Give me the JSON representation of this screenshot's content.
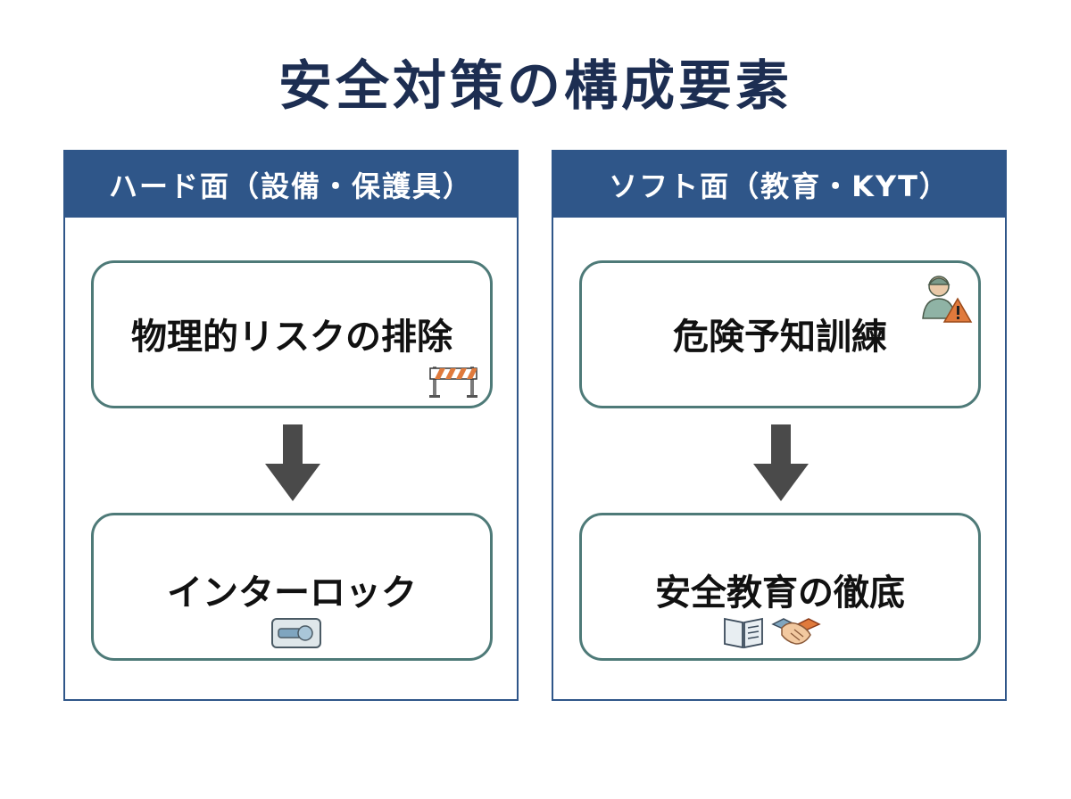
{
  "title": "安全対策の構成要素",
  "panels": [
    {
      "header": "ハード面（設備・保護具）",
      "top_box": {
        "label": "物理的リスクの排除",
        "icon": "barrier-icon"
      },
      "bottom_box": {
        "label": "インターロック",
        "icon": "interlock-key-icon"
      }
    },
    {
      "header": "ソフト面（教育・KYT）",
      "top_box": {
        "label": "危険予知訓練",
        "icon": "worker-warning-icon"
      },
      "bottom_box": {
        "label": "安全教育の徹底",
        "icons": [
          "book-icon",
          "handshake-icon"
        ]
      }
    }
  ],
  "colors": {
    "title": "#1d2e52",
    "header_bg": "#2f5689",
    "box_border": "#4e7a78",
    "arrow": "#4a4a4a",
    "warning": "#e07a3c"
  }
}
